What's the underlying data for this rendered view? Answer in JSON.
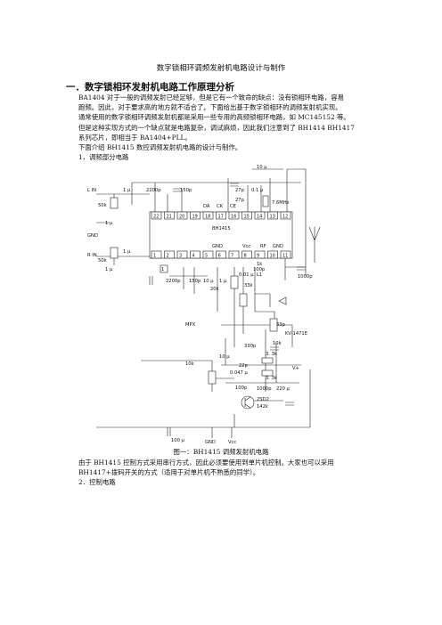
{
  "doc": {
    "title": "数字锁相环调频发射机电路设计与制作",
    "section1_heading": "一．数字锁相环发射机电路工作原理分析",
    "para1": [
      "BA1404 对于一般的调频发射已经足够，但是它有一个致命的缺点：没有锁相环电路，容易",
      "跑频。因此，对于要求高的地方就不适合了。下面给出基于数字锁相环的调频发射机实现。",
      "通常使用的数字锁相环调频发射机都是采用一些专用的高频锁相环电路，如 MC145152 等。",
      "但是这种实现方式的一个缺点就是电路复杂，调试麻烦，因此我们注意到了 BH1414 BH1417",
      "系列芯片，即相当于 BA1404+PLL。"
    ],
    "para2": "下面介绍 BH1415 数控调频发射机电路的设计与制作。",
    "sub1": "1．调频部分电路",
    "caption": "图一：BH1415 调频发射机电路",
    "para3": [
      "由于 BH1415 控制方式采用串行方式，因此必须要使用到单片机控制。大家也可以采用",
      "BH1417+拨码开关的方式（适用于对单片机不熟悉的同学）。"
    ],
    "sub2": "2．控制电路"
  },
  "schematic": {
    "chip_label": "BH1415",
    "gnd_label": "GND",
    "vcc_label": "Vcc",
    "rf_label": "RF",
    "gnd2_label": "GND",
    "da_label": "DA",
    "ck_label": "CK",
    "ce_label": "CE",
    "top_pins": [
      "22",
      "21",
      "20",
      "19",
      "18",
      "17",
      "16",
      "15",
      "14",
      "13",
      "12"
    ],
    "bottom_pins": [
      "1",
      "2",
      "3",
      "4",
      "5",
      "6",
      "7",
      "8",
      "9",
      "10",
      "11"
    ],
    "lin_label": "L IN",
    "rin_label": "R IN",
    "gnd_in_label": "GND",
    "mpx_label": "MPX",
    "r_50k_top": "50k",
    "r_50k_bot": "50k",
    "c_1u_a": "1 μ",
    "c_1u_b": "1 μ",
    "c_1u_c": "1 μ",
    "c_1u_d": "1 μ",
    "c_2200p": "2200p",
    "c_150p": "150p",
    "c_2200p_b": "2200p",
    "c_150p_b": "150p",
    "c_10u_b": "10 μ",
    "c_1u_e": "1 μ",
    "c_10u_top": "10 μ",
    "c_27p_a": "27p",
    "c_27p_b": "27p",
    "c_01u": "0.1 μ",
    "xtal": "7.6MHz",
    "c_1000p": "1000p",
    "r_1k": "1k",
    "c_100p": "100p",
    "c_001u": "0.01 μ",
    "l_1": "L1",
    "r_33k": "33k",
    "r_20k": "20k",
    "c_33p": "33p",
    "varactor": "KV-1471E",
    "r_10k_a": "10k",
    "c_330p": "330p",
    "r_10k_pot": "10k",
    "c_10u_c": "10 μ",
    "c_22p": "22p",
    "c_0047u": "0.047 μ",
    "r_33k_b": "3. 3k",
    "r_33k_c": "3. 3k",
    "v_plus": "V+",
    "c_100p_b": "100p",
    "c_220u": "220 μ",
    "c_1000pb": "1000p",
    "transistor": "2SD2",
    "transistor2": "142k",
    "c_100u": "100 μ",
    "gnd_bottom": "GND",
    "vcc_bottom": "Vcc",
    "box1": "1"
  }
}
